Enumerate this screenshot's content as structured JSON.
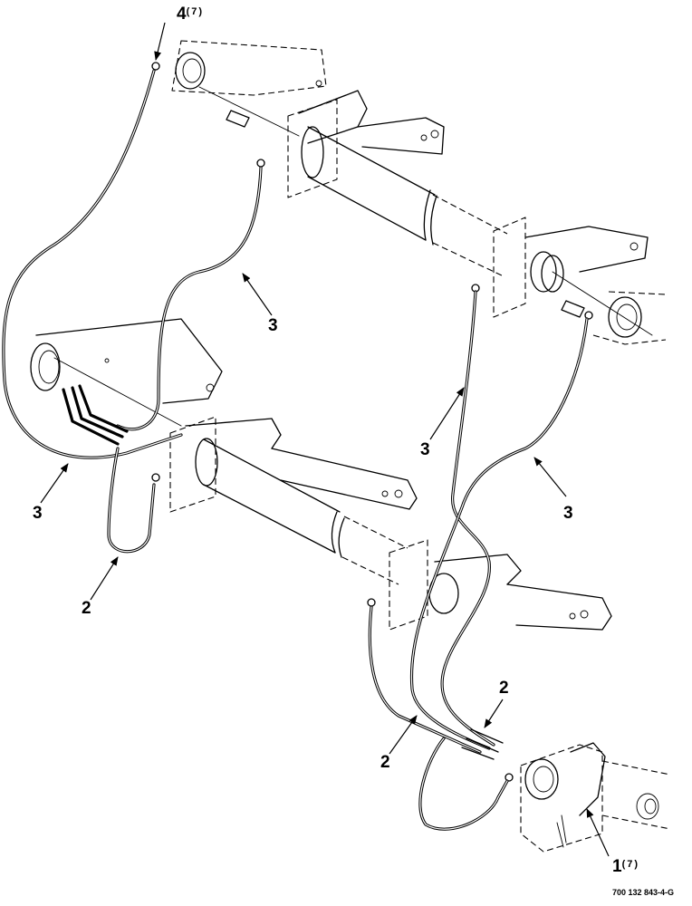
{
  "callouts": {
    "c4": {
      "num": "4",
      "qty": "(7)"
    },
    "c1": {
      "num": "1",
      "qty": "(7)"
    },
    "c3a": {
      "num": "3"
    },
    "c3b": {
      "num": "3"
    },
    "c3c": {
      "num": "3"
    },
    "c3d": {
      "num": "3"
    },
    "c2a": {
      "num": "2"
    },
    "c2b": {
      "num": "2"
    },
    "c2c": {
      "num": "2"
    }
  },
  "drawing_code": "700 132 843-4-G"
}
